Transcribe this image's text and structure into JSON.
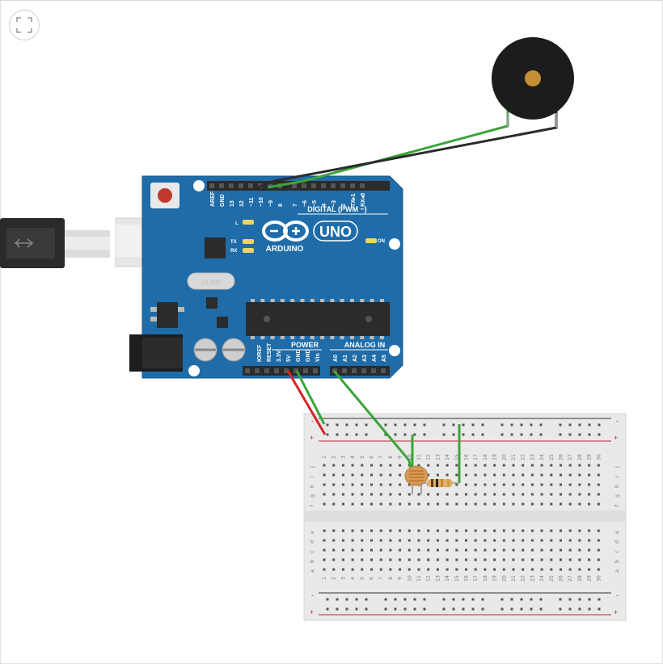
{
  "toolbar": {
    "fit_icon": "fit-to-view-icon"
  },
  "arduino": {
    "brand": "ARDUINO",
    "model": "UNO",
    "digital_label": "DIGITAL (PWM ~)",
    "power_label": "POWER",
    "analog_label": "ANALOG IN",
    "led_l": "L",
    "led_tx": "TX",
    "led_rx": "RX",
    "led_on": "ON",
    "crystal_label": "16.000",
    "digital_pins": [
      "AREF",
      "GND",
      "13",
      "12",
      "~11",
      "~10",
      "~9",
      "8",
      "7",
      "~6",
      "~5",
      "4",
      "~3",
      "2",
      "TX▸1",
      "RX◂0"
    ],
    "power_pins": [
      "IOREF",
      "RESET",
      "3.3V",
      "5V",
      "GND",
      "GND",
      "Vin"
    ],
    "analog_pins": [
      "A0",
      "A1",
      "A2",
      "A3",
      "A4",
      "A5"
    ]
  },
  "breadboard": {
    "rows_top": [
      "j",
      "i",
      "h",
      "g",
      "f"
    ],
    "rows_bottom": [
      "e",
      "d",
      "c",
      "b",
      "a"
    ],
    "columns": 30,
    "rail_minus": "-",
    "rail_plus": "+"
  },
  "colors": {
    "board_blue": "#1f6ca8",
    "wire_green": "#3aa53a",
    "wire_red": "#d6252a",
    "wire_black": "#2b2b2b",
    "buzzer": "#1c1c1c"
  }
}
